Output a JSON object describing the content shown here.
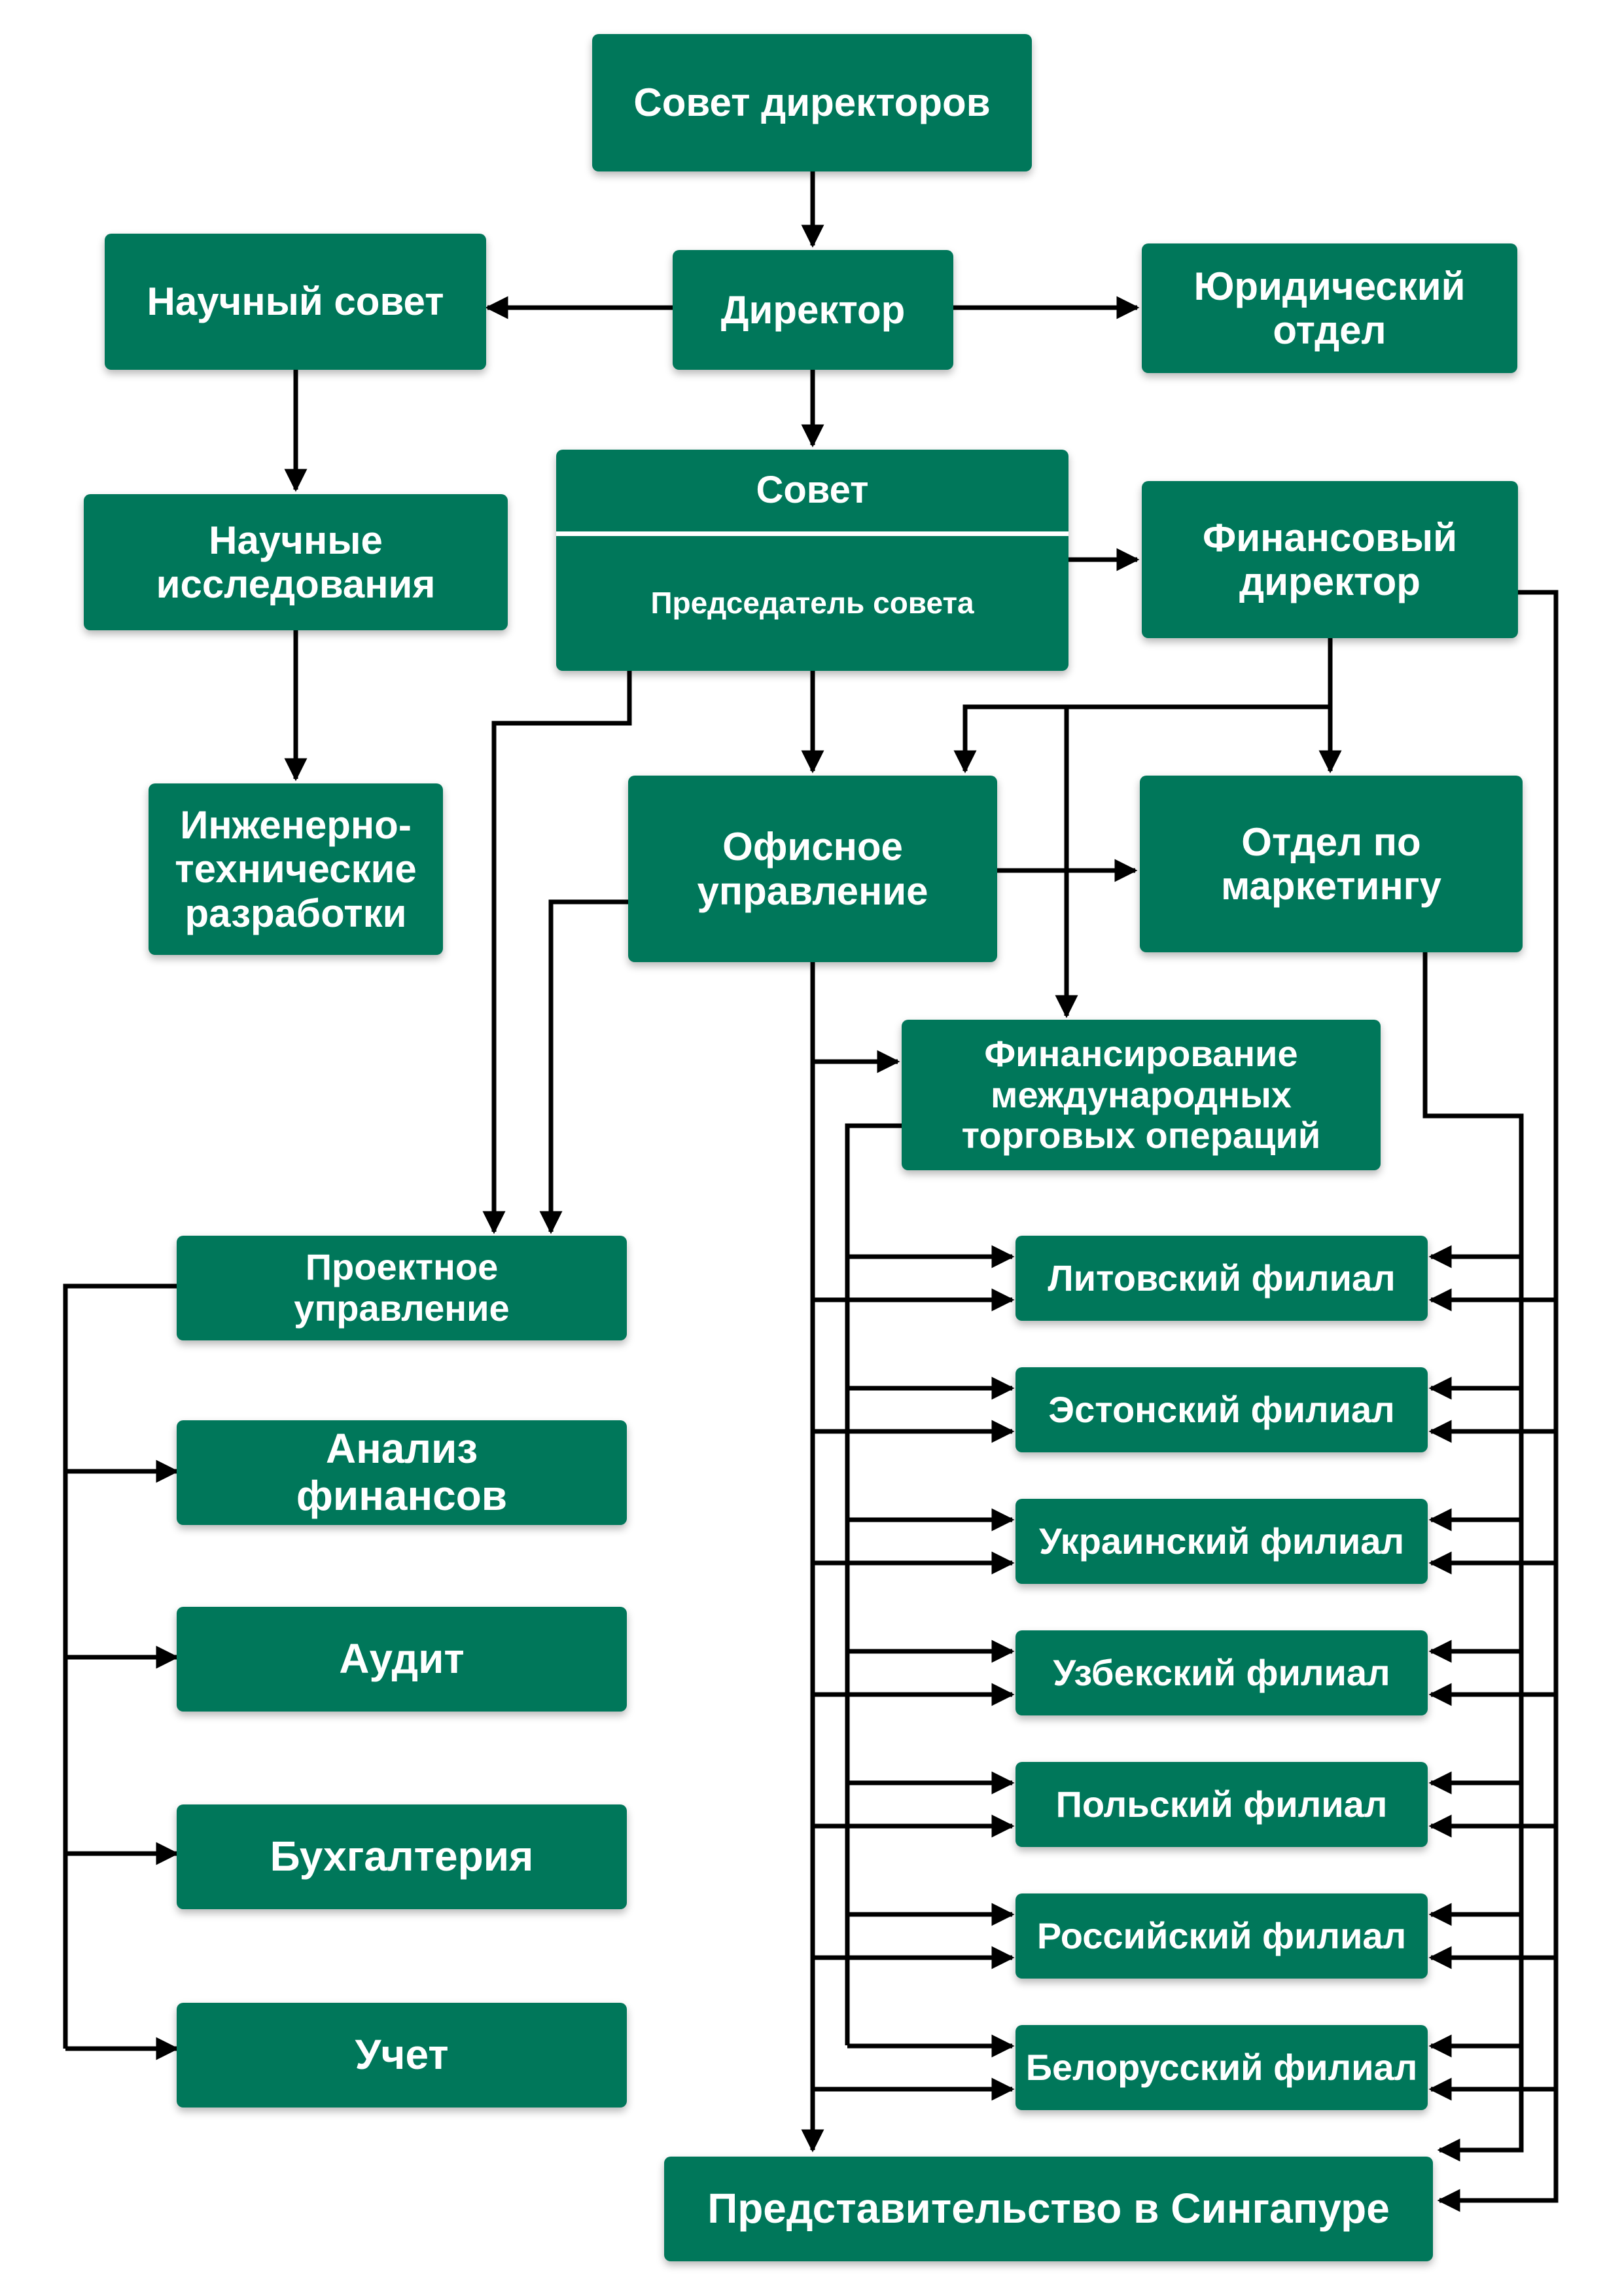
{
  "colors": {
    "node_fill": "#00775a",
    "node_text": "#ffffff",
    "connector": "#000000",
    "background": "#ffffff"
  },
  "nodes": {
    "board_of_directors": "Совет директоров",
    "director": "Директор",
    "scientific_council": "Научный совет",
    "legal_department": "Юридический отдел",
    "scientific_research": "Научные исследования",
    "engineering_development": "Инженерно-технические разработки",
    "council_title": "Совет",
    "council_chairman": "Председатель совета",
    "financial_director": "Финансовый директор",
    "office_management": "Офисное управление",
    "marketing_department": "Отдел по маркетингу",
    "international_trade_financing": "Финансирование международных торговых операций",
    "project_management": "Проектное управление",
    "financial_analysis": "Анализ финансов",
    "audit": "Аудит",
    "bookkeeping": "Бухгалтерия",
    "accounting": "Учет",
    "singapore_office": "Представительство в Сингапуре"
  },
  "branches": [
    "Литовский филиал",
    "Эстонский филиал",
    "Украинский филиал",
    "Узбекский филиал",
    "Польский филиал",
    "Российский филиал",
    "Белорусский филиал"
  ]
}
